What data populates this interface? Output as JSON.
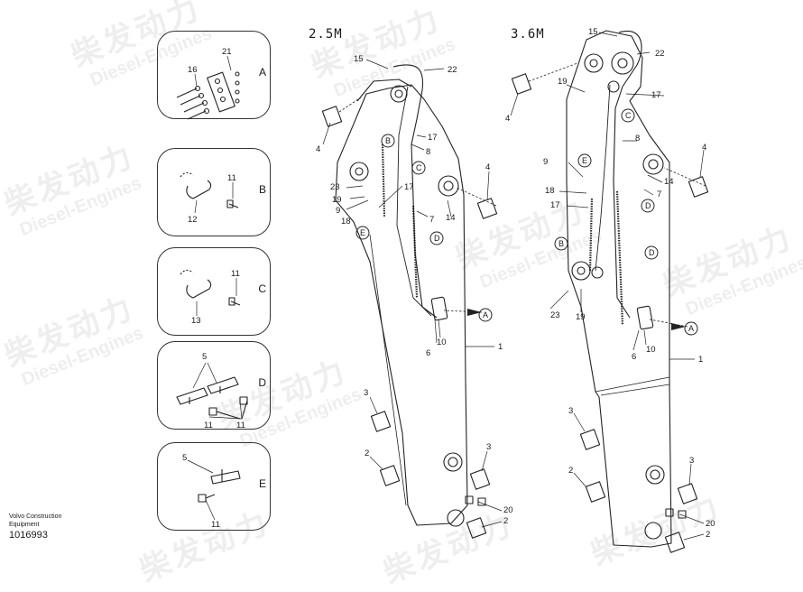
{
  "watermarks": {
    "brand_cn": "柴发动力",
    "brand_en": "Diesel-Engines"
  },
  "views": {
    "left_title": "2.5M",
    "right_title": "3.6M"
  },
  "insets": [
    {
      "letter": "A",
      "parts": [
        "21",
        "16"
      ]
    },
    {
      "letter": "B",
      "parts": [
        "11",
        "12"
      ]
    },
    {
      "letter": "C",
      "parts": [
        "11",
        "13"
      ]
    },
    {
      "letter": "D",
      "parts": [
        "5",
        "11",
        "11"
      ]
    },
    {
      "letter": "E",
      "parts": [
        "5",
        "11"
      ]
    }
  ],
  "left_callouts": [
    "15",
    "22",
    "4",
    "17",
    "8",
    "23",
    "17",
    "19",
    "9",
    "18",
    "7",
    "14",
    "4",
    "6",
    "10",
    "1",
    "3",
    "2",
    "3",
    "20",
    "2"
  ],
  "right_callouts": [
    "15",
    "22",
    "19",
    "17",
    "4",
    "8",
    "9",
    "18",
    "14",
    "7",
    "17",
    "4",
    "23",
    "19",
    "6",
    "10",
    "1",
    "3",
    "2",
    "3",
    "20",
    "2"
  ],
  "left_detail_marks": [
    "B",
    "C",
    "E",
    "D",
    "A"
  ],
  "right_detail_marks": [
    "C",
    "E",
    "D",
    "B",
    "D",
    "A"
  ],
  "footer": {
    "maker_line1": "Volvo Construction",
    "maker_line2": "Equipment",
    "doc_number": "1016993"
  }
}
